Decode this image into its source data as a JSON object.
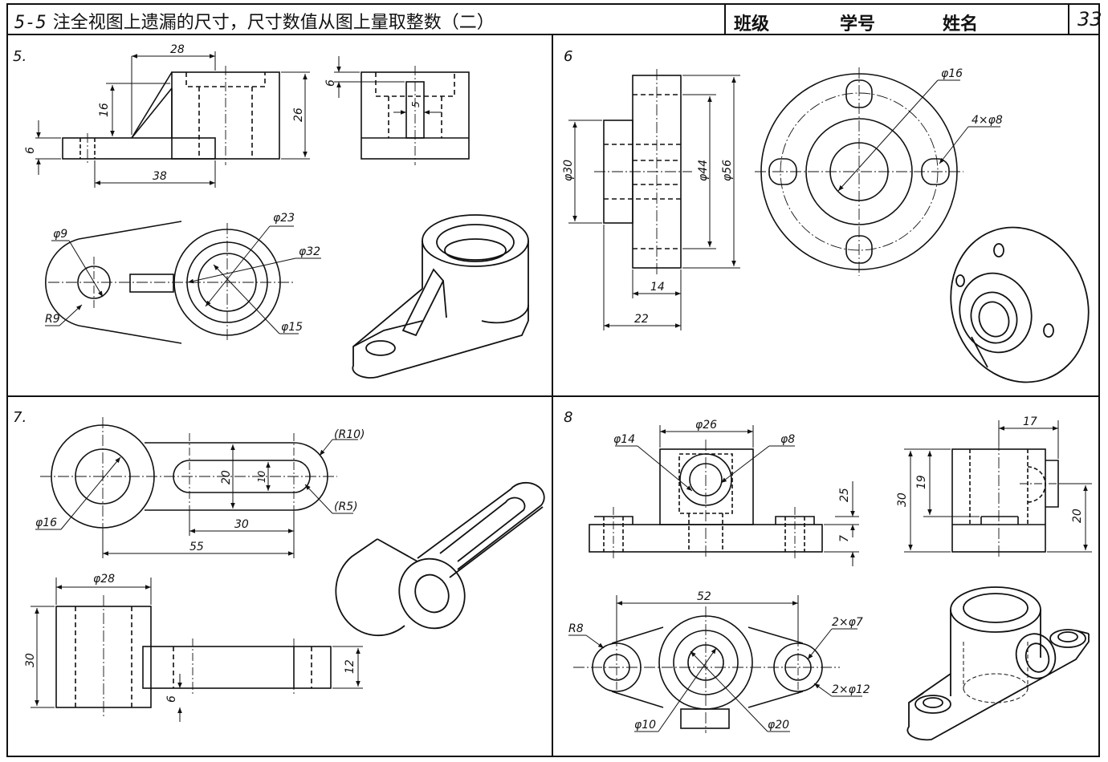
{
  "header": {
    "exercise_number": "5-5",
    "title": "注全视图上遗漏的尺寸，尺寸数值从图上量取整数（二）",
    "class_label": "班级",
    "student_id_label": "学号",
    "name_label": "姓名",
    "page_number": "33"
  },
  "problems": [
    {
      "label": "5.",
      "dimensions": [
        "28",
        "16",
        "6",
        "38",
        "26",
        "6",
        "5",
        "φ9",
        "R9",
        "φ23",
        "φ32",
        "φ15"
      ]
    },
    {
      "label": "6",
      "dimensions": [
        "φ30",
        "φ44",
        "φ56",
        "14",
        "22",
        "φ16",
        "4×φ8"
      ]
    },
    {
      "label": "7.",
      "dimensions": [
        "(R10)",
        "20",
        "10",
        "(R5)",
        "φ16",
        "30",
        "55",
        "φ28",
        "30",
        "12",
        "6"
      ]
    },
    {
      "label": "8",
      "dimensions": [
        "φ26",
        "φ14",
        "φ8",
        "25",
        "7",
        "17",
        "30",
        "19",
        "20",
        "52",
        "R8",
        "2×φ7",
        "2×φ12",
        "φ10",
        "φ20"
      ]
    }
  ]
}
